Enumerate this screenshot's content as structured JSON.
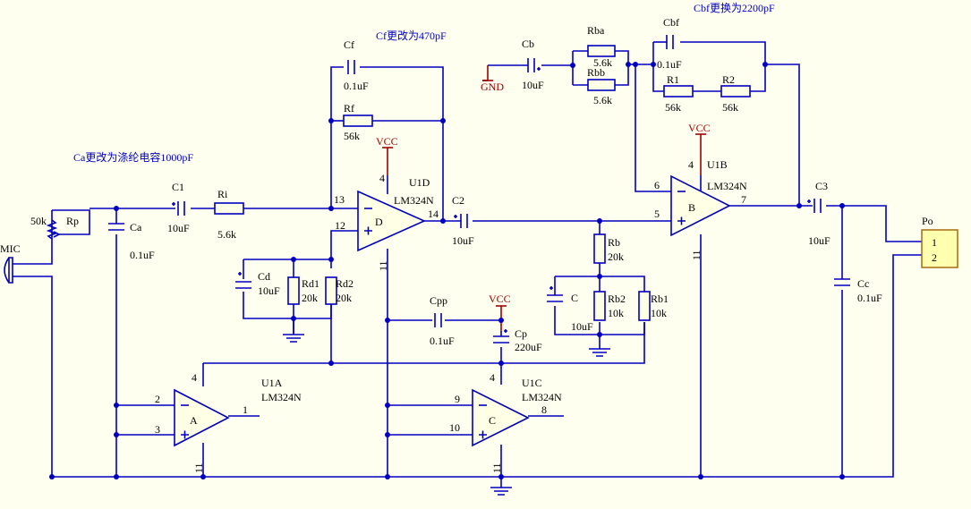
{
  "notes": {
    "cf_change": "Cf更改为470pF",
    "cbf_change": "Cbf更换为2200pF",
    "ca_change": "Ca更改为涤纶电容1000pF"
  },
  "opamp_part": "LM324N",
  "opamps": {
    "a": {
      "ref": "U1A",
      "letter": "A",
      "pin_inv": "2",
      "pin_noninv": "3",
      "pin_out": "1",
      "pin_vcc": "4",
      "pin_gnd": "11"
    },
    "b": {
      "ref": "U1B",
      "letter": "B",
      "pin_inv": "6",
      "pin_noninv": "5",
      "pin_out": "7",
      "pin_vcc": "4",
      "pin_gnd": "11"
    },
    "c": {
      "ref": "U1C",
      "letter": "C",
      "pin_inv": "9",
      "pin_noninv": "10",
      "pin_out": "8",
      "pin_vcc": "4",
      "pin_gnd": "11"
    },
    "d": {
      "ref": "U1D",
      "letter": "D",
      "pin_inv": "13",
      "pin_noninv": "12",
      "pin_out": "14",
      "pin_vcc": "4",
      "pin_gnd": "11"
    }
  },
  "power": {
    "vcc": "VCC",
    "gnd": "GND"
  },
  "parts": {
    "mic": {
      "ref": "MIC"
    },
    "rp": {
      "ref": "Rp",
      "value": "50k"
    },
    "ca": {
      "ref": "Ca",
      "value": "0.1uF"
    },
    "c1": {
      "ref": "C1",
      "value": "10uF"
    },
    "ri": {
      "ref": "Ri",
      "value": "5.6k"
    },
    "cf": {
      "ref": "Cf",
      "value": "0.1uF"
    },
    "rf": {
      "ref": "Rf",
      "value": "56k"
    },
    "cd": {
      "ref": "Cd",
      "value": "10uF"
    },
    "rd1": {
      "ref": "Rd1",
      "value": "20k"
    },
    "rd2": {
      "ref": "Rd2",
      "value": "20k"
    },
    "c2": {
      "ref": "C2",
      "value": "10uF"
    },
    "cb": {
      "ref": "Cb",
      "value": "10uF"
    },
    "rba": {
      "ref": "Rba",
      "value": "5.6k"
    },
    "rbb": {
      "ref": "Rbb",
      "value": "5.6k"
    },
    "cbf": {
      "ref": "Cbf",
      "value": "0.1uF"
    },
    "r1": {
      "ref": "R1",
      "value": "56k"
    },
    "r2": {
      "ref": "R2",
      "value": "56k"
    },
    "rb": {
      "ref": "Rb",
      "value": "20k"
    },
    "c": {
      "ref": "C",
      "value": "10uF"
    },
    "rb2": {
      "ref": "Rb2",
      "value": "10k"
    },
    "rb1": {
      "ref": "Rb1",
      "value": "10k"
    },
    "cpp": {
      "ref": "Cpp",
      "value": "0.1uF"
    },
    "cp": {
      "ref": "Cp",
      "value": "220uF"
    },
    "c3": {
      "ref": "C3",
      "value": "10uF"
    },
    "cc": {
      "ref": "Cc",
      "value": "0.1uF"
    },
    "po": {
      "ref": "Po",
      "pin1": "1",
      "pin2": "2"
    }
  }
}
